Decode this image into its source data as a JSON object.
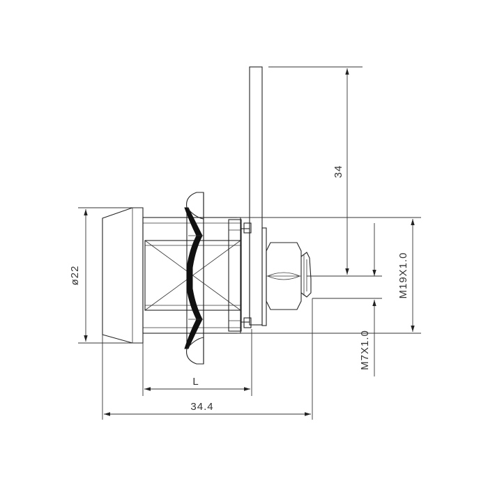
{
  "drawing": {
    "labels": {
      "diameter": "ø22",
      "length": "L",
      "total_length": "34.4",
      "cam_height": "34",
      "thread_major": "M19X1.0",
      "thread_minor": "M7X1.0"
    }
  }
}
